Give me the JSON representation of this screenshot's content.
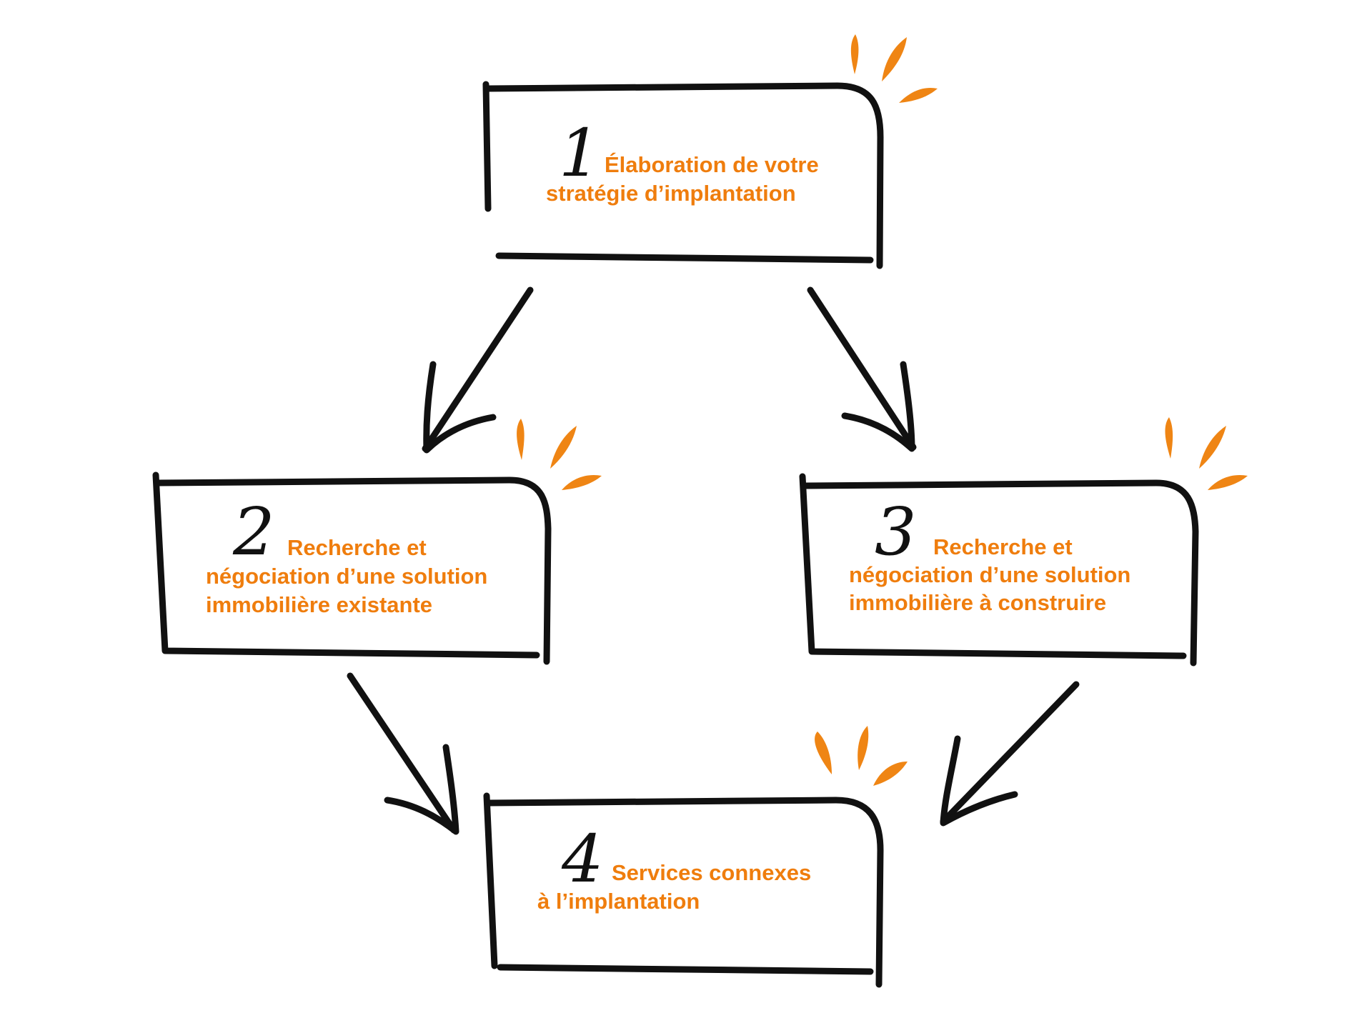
{
  "colors": {
    "accent": "#ef7d0d",
    "ink": "#111111",
    "background": "#ffffff"
  },
  "steps": [
    {
      "number": "1",
      "lines": [
        "Élaboration de votre",
        "stratégie d’implantation"
      ]
    },
    {
      "number": "2",
      "lines": [
        "Recherche et",
        "négociation d’une solution",
        "immobilière existante"
      ]
    },
    {
      "number": "3",
      "lines": [
        "Recherche et",
        "négociation d’une solution",
        "immobilière à construire"
      ]
    },
    {
      "number": "4",
      "lines": [
        "Services connexes",
        "à l’implantation"
      ]
    }
  ],
  "connections": [
    {
      "from": "1",
      "to": "2"
    },
    {
      "from": "1",
      "to": "3"
    },
    {
      "from": "2",
      "to": "4"
    },
    {
      "from": "3",
      "to": "4"
    }
  ]
}
